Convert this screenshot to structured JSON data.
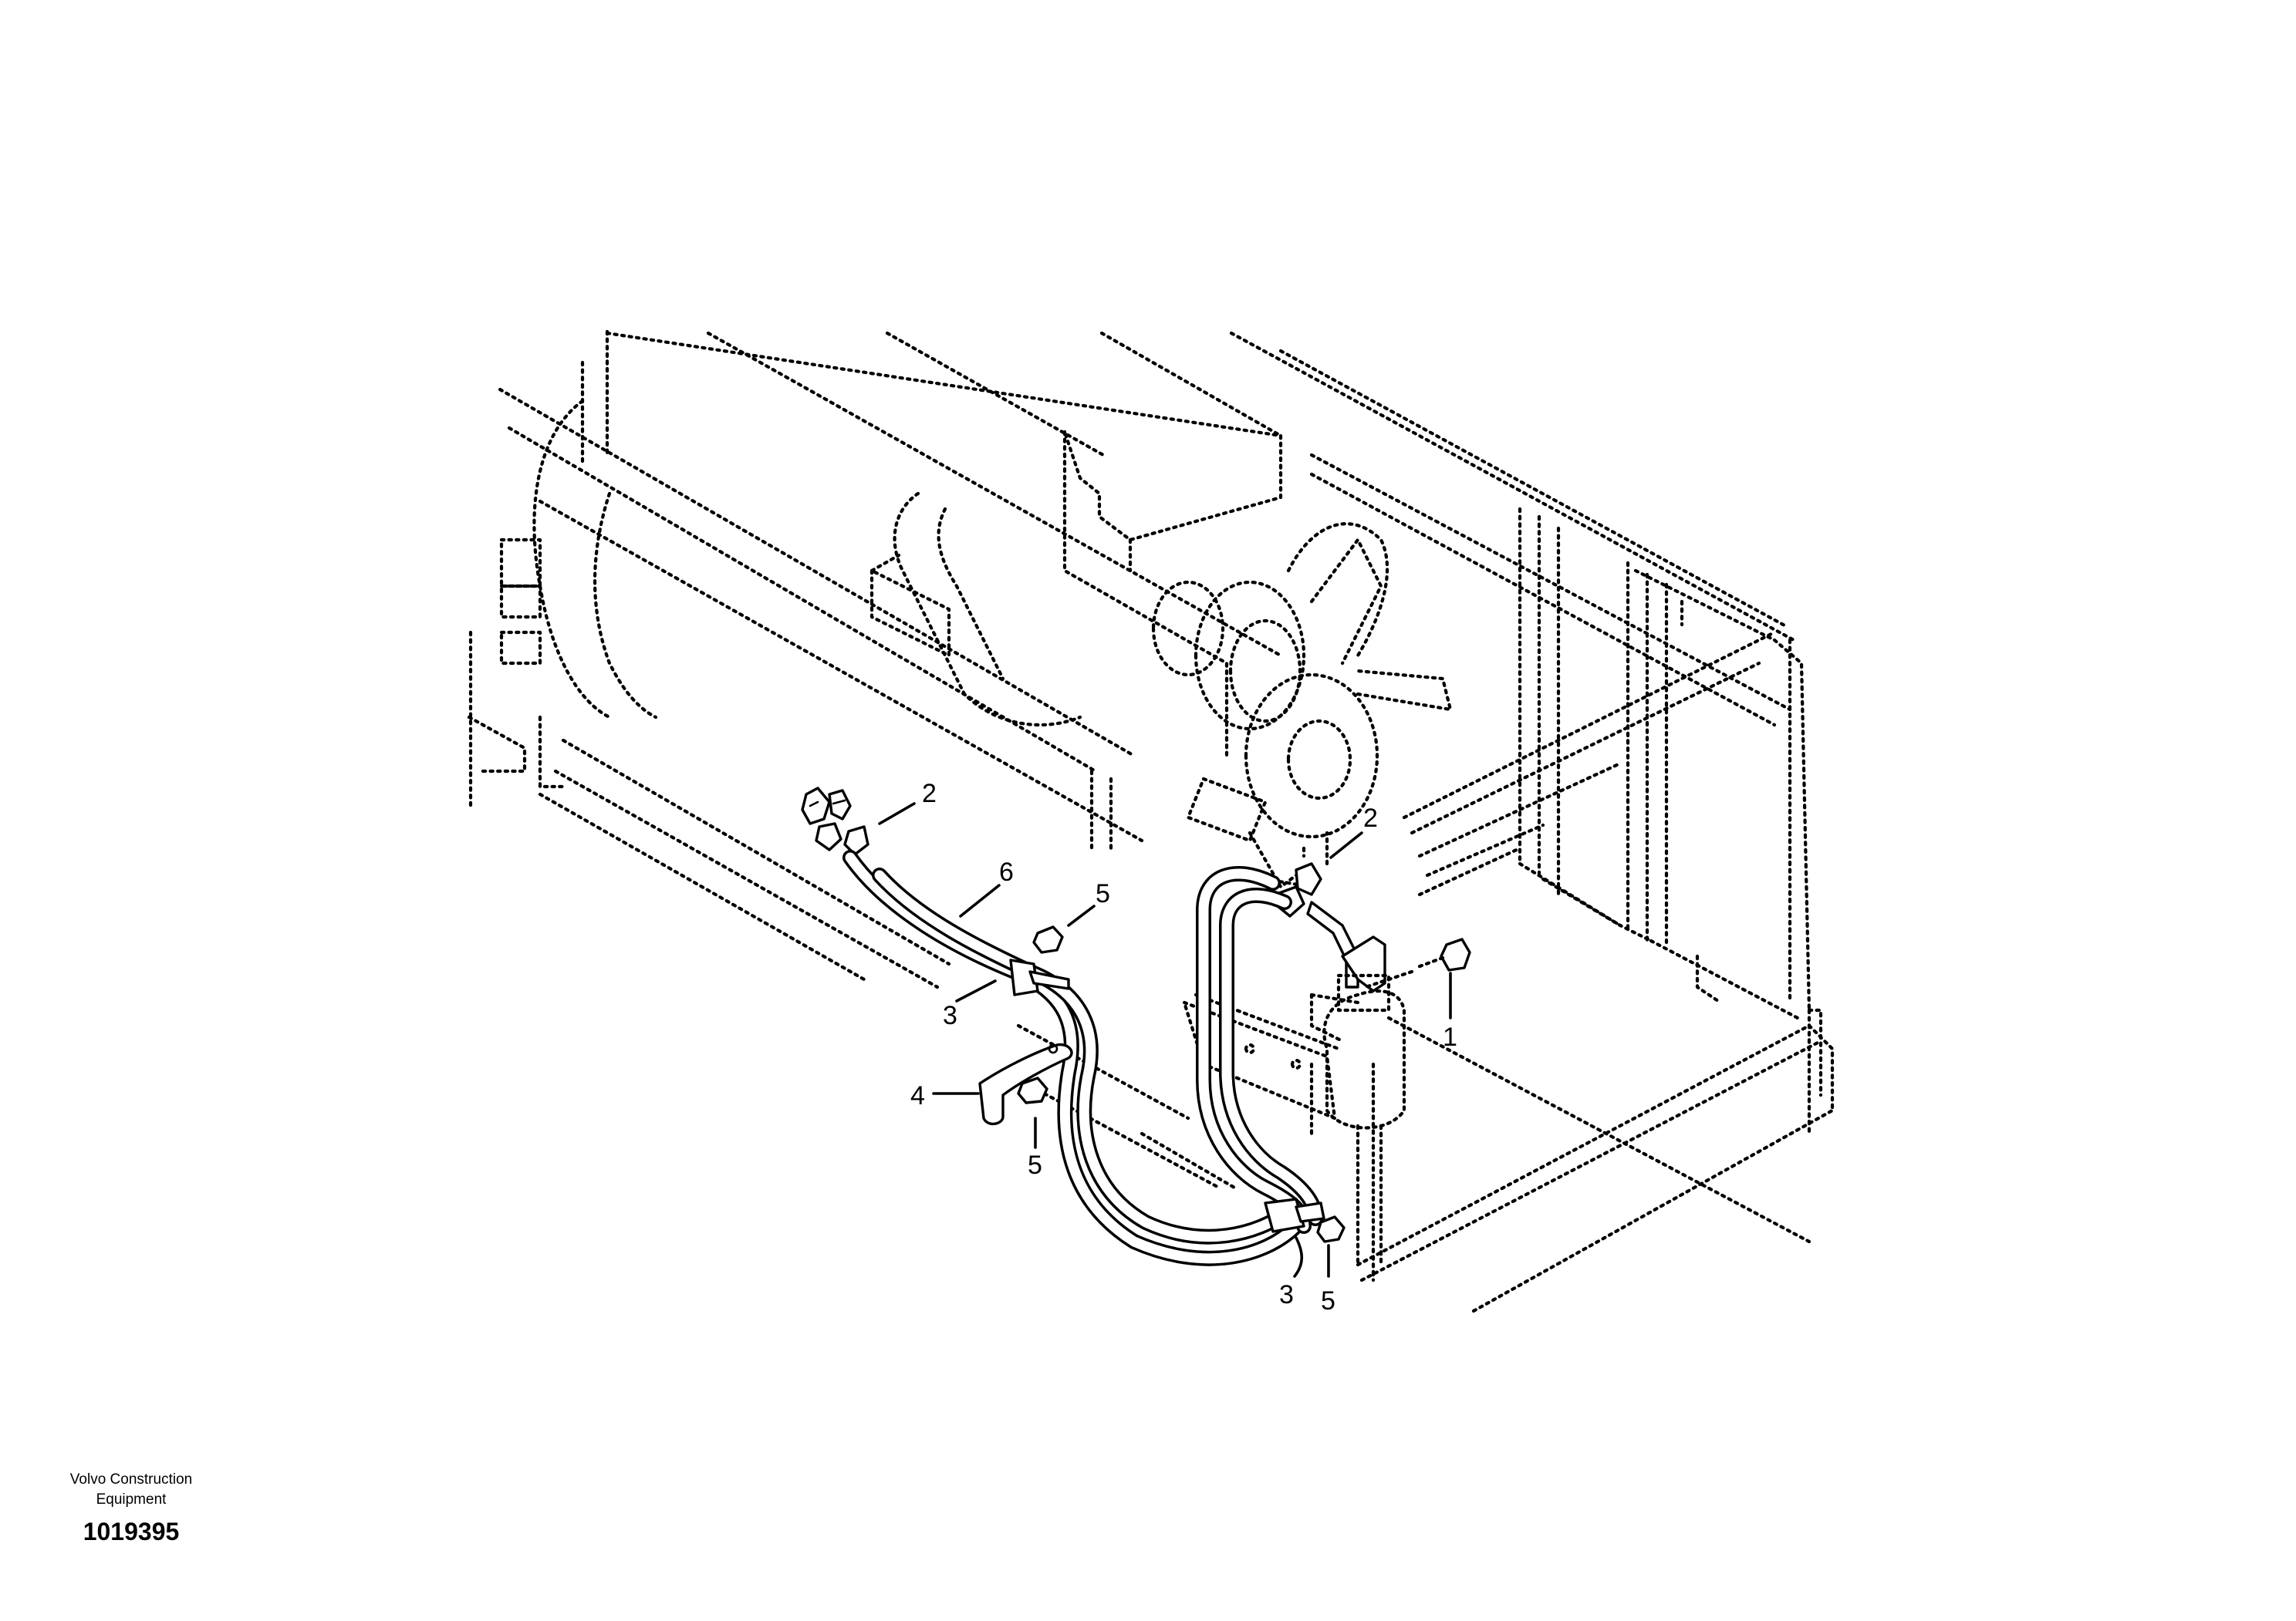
{
  "publisher": {
    "line1": "Volvo Construction",
    "line2": "Equipment"
  },
  "illustration_number": "1019395",
  "callouts": {
    "c1": "1",
    "c2a": "2",
    "c2b": "2",
    "c3a": "3",
    "c3b": "3",
    "c4": "4",
    "c5a": "5",
    "c5b": "5",
    "c5c": "5",
    "c6": "6"
  }
}
